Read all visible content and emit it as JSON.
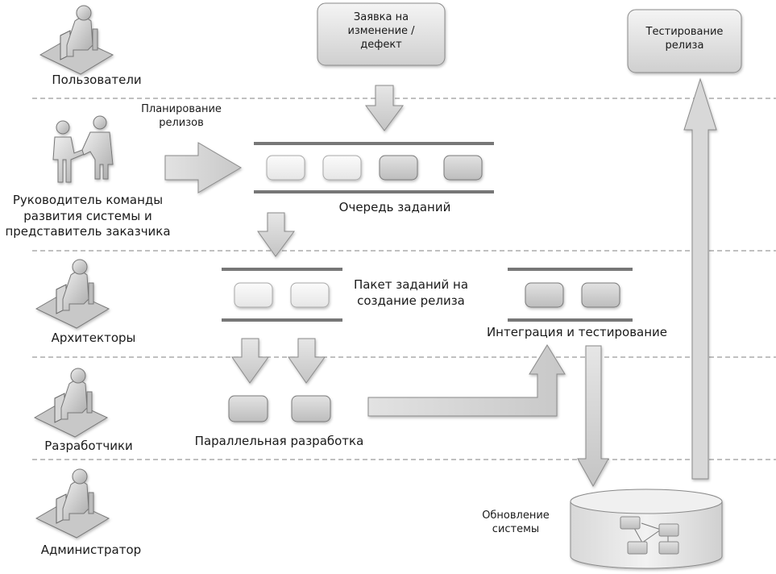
{
  "roles": [
    {
      "id": "users",
      "label": "Пользователи",
      "icon": "user-at-computer-icon"
    },
    {
      "id": "manager",
      "label_lines": [
        "Руководитель команды",
        "развития системы и",
        "представитель заказчика"
      ],
      "icon": "handshake-people-icon"
    },
    {
      "id": "architects",
      "label": "Архитекторы",
      "icon": "architect-at-computer-icon"
    },
    {
      "id": "developers",
      "label": "Разработчики",
      "icon": "developer-at-computer-icon"
    },
    {
      "id": "admin",
      "label": "Администратор",
      "icon": "admin-at-computer-icon"
    }
  ],
  "boxes": {
    "change_request": {
      "lines": [
        "Заявка на",
        "изменение /",
        "дефект"
      ]
    },
    "release_testing": {
      "lines": [
        "Тестирование",
        "релиза"
      ]
    }
  },
  "labels": {
    "release_planning": [
      "Планирование",
      "релизов"
    ],
    "task_queue": "Очередь заданий",
    "release_package": [
      "Пакет заданий на",
      "создание релиза"
    ],
    "integration": "Интеграция и тестирование",
    "parallel_dev": "Параллельная разработка",
    "system_update": [
      "Обновление",
      "системы"
    ]
  },
  "colors": {
    "box_fill_top": "#f2f2f2",
    "box_fill_bottom": "#d0d0d0",
    "arrow_fill": "#d4d4d4",
    "arrow_stroke": "#8a8a8a",
    "bar": "#777777",
    "divider": "#9a9a9a"
  },
  "queue_items": [
    "light",
    "light",
    "dark",
    "dark"
  ],
  "package_items": [
    "light",
    "light"
  ],
  "integration_items": [
    "dark",
    "dark"
  ],
  "dev_items": [
    "dark",
    "dark"
  ]
}
